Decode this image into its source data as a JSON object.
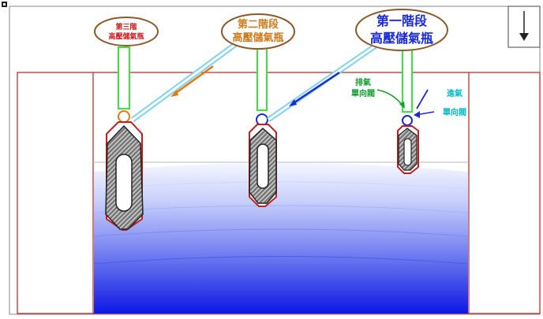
{
  "labels": {
    "stage3": {
      "line1": "第三階",
      "line2": "高壓儲氣瓶",
      "color": "#cc1a1a"
    },
    "stage2": {
      "line1": "第二階段",
      "line2": "高壓儲氣瓶",
      "color": "#cc7a1a"
    },
    "stage1": {
      "line1": "第一階段",
      "line2": "高壓儲氣瓶",
      "color": "#1a2ad6"
    },
    "exhaust_valve": {
      "line1": "排氣",
      "line2": "單向閥",
      "color": "#0b9d2a"
    },
    "inlet_valve": {
      "line1": "進氣",
      "line2": "單向閥",
      "color": "#00b8c8"
    }
  },
  "colors": {
    "frame": "#c02020",
    "pipe": "#3fe33f",
    "hose": "#7fd3ec",
    "arrow_orange": "#e07a10",
    "arrow_blue": "#1a2ad6",
    "water_top": "#e8ecff",
    "water_bottom": "#1018e0",
    "float_fill": "#555555",
    "oval_border": "#8b5a2b"
  },
  "icons": {
    "corner_marker": "corner-square-icon",
    "down_arrow": "down-arrow-icon"
  }
}
